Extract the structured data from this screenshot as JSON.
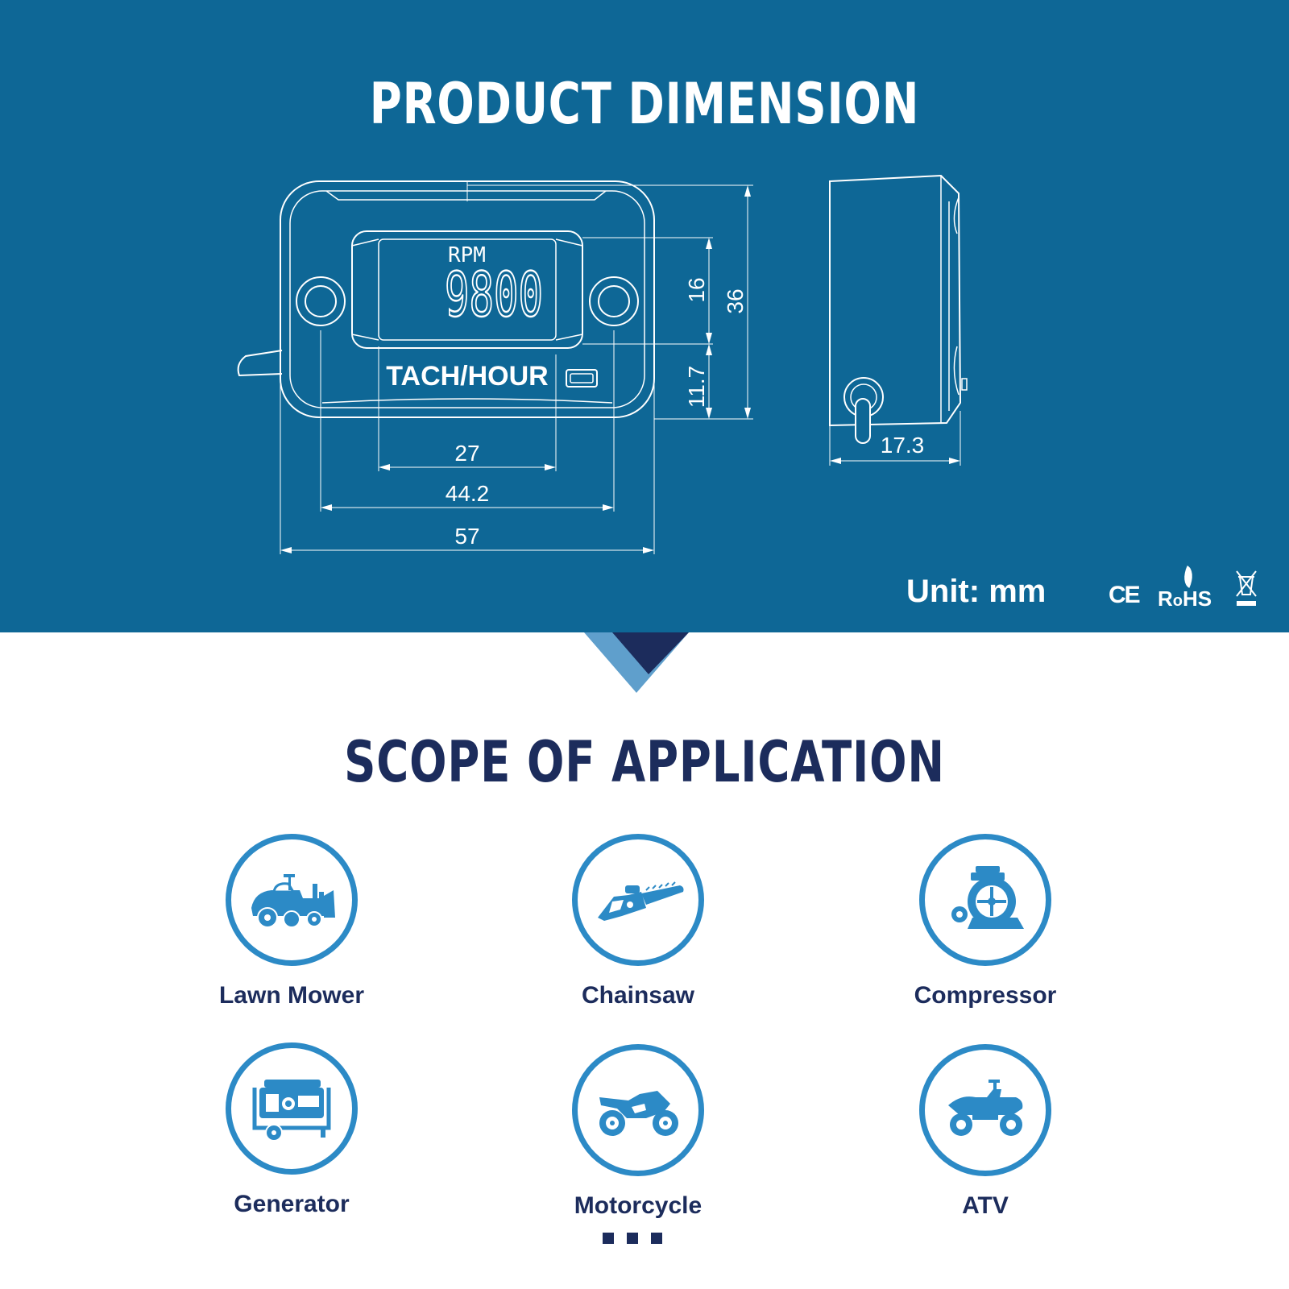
{
  "dimension_section": {
    "title": "PRODUCT DIMENSION",
    "display": {
      "unit_text": "RPM",
      "reading": "9800",
      "brand_label": "TACH/HOUR"
    },
    "measurements": {
      "screen_width": "27",
      "hole_spacing": "44.2",
      "overall_width": "57",
      "screen_height": "16",
      "overall_height": "36",
      "lower_height": "11.7",
      "depth": "17.3"
    },
    "unit_label": "Unit: mm",
    "certifications": {
      "ce": "CE",
      "rohs_main": "R",
      "rohs_o": "o",
      "rohs_rest": "HS"
    }
  },
  "application_section": {
    "title": "SCOPE OF APPLICATION",
    "items": [
      {
        "label": "Lawn Mower",
        "icon": "lawn-mower-icon"
      },
      {
        "label": "Chainsaw",
        "icon": "chainsaw-icon"
      },
      {
        "label": "Compressor",
        "icon": "compressor-icon"
      },
      {
        "label": "Generator",
        "icon": "generator-icon"
      },
      {
        "label": "Motorcycle",
        "icon": "motorcycle-icon"
      },
      {
        "label": "ATV",
        "icon": "atv-icon"
      }
    ]
  },
  "colors": {
    "panel_blue": "#0e6796",
    "icon_blue": "#2c8ac6",
    "navy_text": "#1c2c5c",
    "chevron_light": "#5f9fcc",
    "chevron_dark": "#1c2c5c"
  }
}
